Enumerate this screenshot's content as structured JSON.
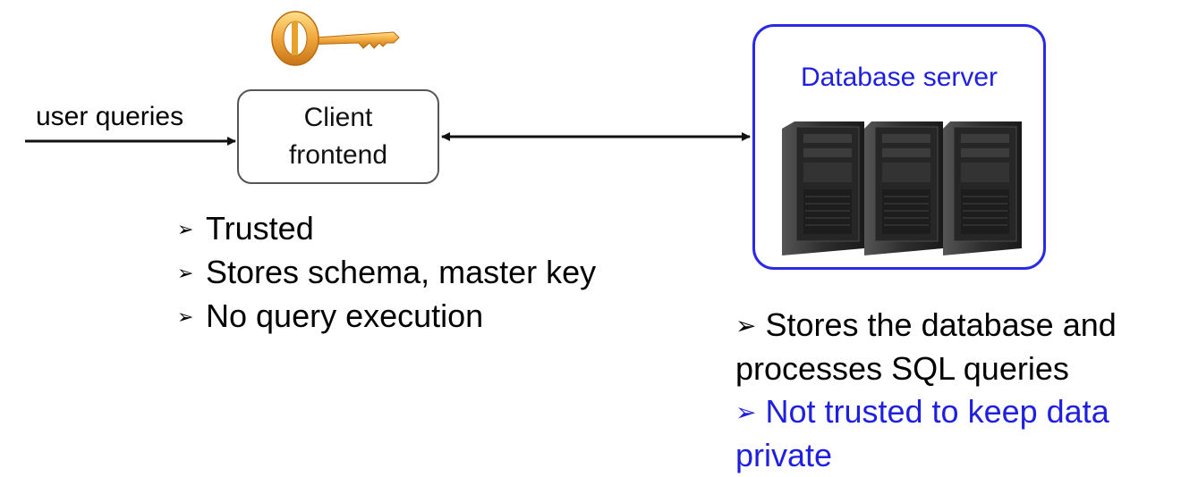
{
  "input_label": "user queries",
  "client": {
    "line1": "Client",
    "line2": "frontend",
    "notes": [
      "Trusted",
      "Stores schema, master key",
      "No query execution"
    ]
  },
  "server": {
    "title": "Database server",
    "notes": {
      "line1": "Stores the database and",
      "line2": "processes SQL queries",
      "line3": "Not trusted to keep data",
      "line4": "private"
    }
  },
  "bullet_glyph": "➢",
  "colors": {
    "server_accent": "#1f1fe0",
    "key": "#e8a22b"
  },
  "icons": [
    "key-icon",
    "server-rack-icon"
  ]
}
